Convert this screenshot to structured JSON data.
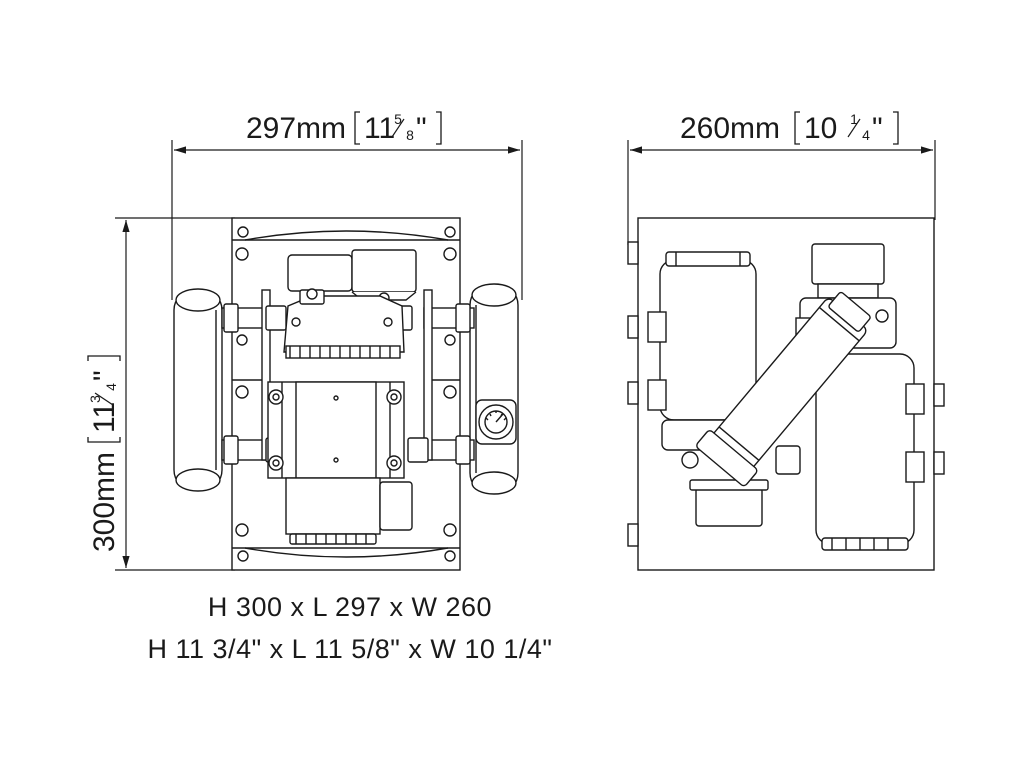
{
  "front_view": {
    "width_dimension": {
      "metric": "297mm",
      "imperial_whole": "11",
      "imperial_num": "5",
      "imperial_den": "8"
    },
    "height_dimension": {
      "metric": "300mm",
      "imperial_whole": "11",
      "imperial_num": "3",
      "imperial_den": "4"
    }
  },
  "side_view": {
    "depth_dimension": {
      "metric": "260mm",
      "imperial_whole": "10",
      "imperial_num": "1",
      "imperial_den": "4"
    }
  },
  "caption": {
    "metric": "H 300 x L 297 x W 260",
    "imperial": "H 11 3/4\" x L 11 5/8\" x W 10 1/4\""
  },
  "colors": {
    "line": "#1a1a1a",
    "background": "#ffffff"
  }
}
